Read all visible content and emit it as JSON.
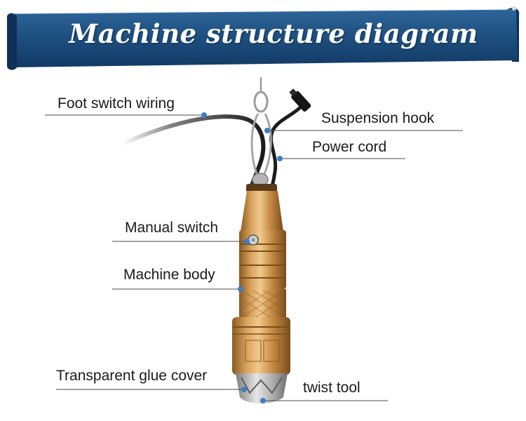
{
  "title": "Machine structure diagram",
  "colors": {
    "banner": "#1d4e7e",
    "banner_dark": "#0f3158",
    "accent_lines": "#3b7fc4",
    "gold": "#c9924a"
  },
  "callouts": {
    "foot_switch_wiring": "Foot switch wiring",
    "suspension_hook": "Suspension hook",
    "power_cord": "Power cord",
    "manual_switch": "Manual switch",
    "machine_body": "Machine body",
    "transparent_glue_cover": "Transparent glue cover",
    "twist_tool": "twist tool"
  }
}
